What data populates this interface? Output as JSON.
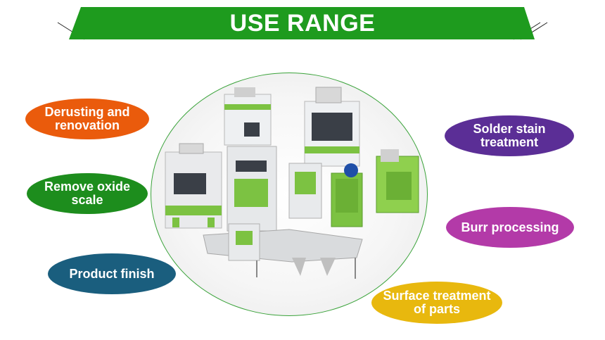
{
  "header": {
    "title": "USE RANGE"
  },
  "labels": {
    "derusting": "Derusting and renovation",
    "oxide": "Remove oxide scale",
    "finish": "Product finish",
    "solder": "Solder stain treatment",
    "burr": "Burr processing",
    "surface": "Surface treatment of parts"
  },
  "colors": {
    "banner": "#1e9b1e",
    "derusting": "#ea5b0c",
    "oxide": "#1d8d1d",
    "finish": "#1a5e7e",
    "solder": "#5b2e96",
    "burr": "#b33aa8",
    "surface": "#e8b80e",
    "machine_green": "#7cc242"
  }
}
